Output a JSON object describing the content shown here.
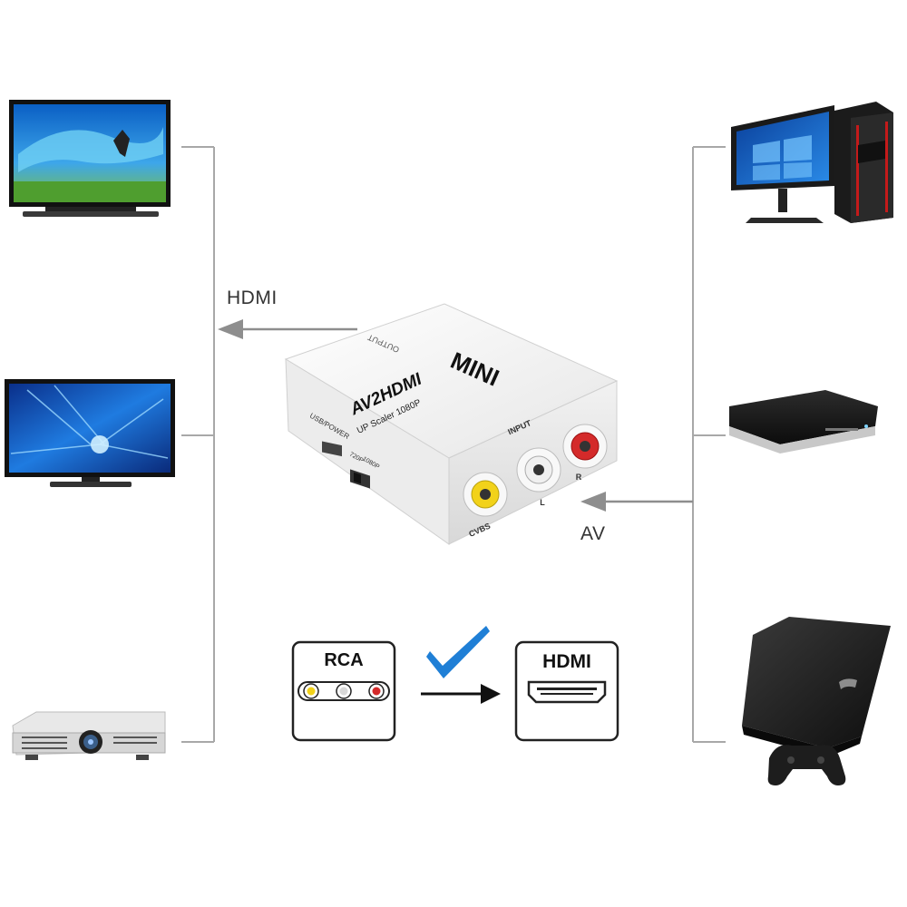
{
  "connector_labels": {
    "output_side": "HDMI",
    "input_side": "AV"
  },
  "converter": {
    "brand_mark": "MINI",
    "model": "AV2HDMI",
    "subtitle": "UP Scaler 1080P",
    "output_port_label": "OUTPUT",
    "input_group_label": "INPUT",
    "power_label": "USB/POWER",
    "switch_option_720": "720P",
    "switch_option_1080": "1080P",
    "jack_labels": [
      "CVBS",
      "L",
      "R"
    ]
  },
  "legend": {
    "source_title": "RCA",
    "target_title": "HDMI"
  },
  "devices": {
    "outputs": [
      "tv-1",
      "tv-2",
      "projector"
    ],
    "inputs": [
      "desktop-pc",
      "dvd-player",
      "game-console"
    ]
  },
  "colors": {
    "line": "#a8a8a8",
    "arrow": "#8e8e8e",
    "check": "#1f7fd6",
    "rca_yellow": "#f2d21a",
    "rca_white": "#e8e8e8",
    "rca_red": "#d42a2a",
    "box_white": "#f4f4f4",
    "dark": "#1b1b1b"
  }
}
